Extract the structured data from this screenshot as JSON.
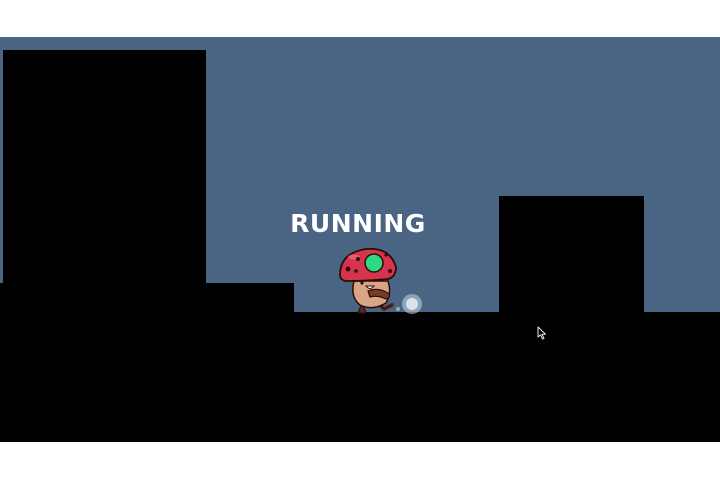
{
  "game": {
    "state_label": "RUNNING",
    "colors": {
      "sky": "#4a6483",
      "terrain": "#000000",
      "label": "#ffffff",
      "mushroom_cap": "#d6334e",
      "mushroom_spots": "#2fd883",
      "mushroom_body": "#d9a488",
      "dust": "#e8eef6"
    },
    "player": {
      "character": "mushroom-creature",
      "action": "running"
    },
    "icons": {
      "cursor": "mouse-pointer-icon"
    }
  }
}
